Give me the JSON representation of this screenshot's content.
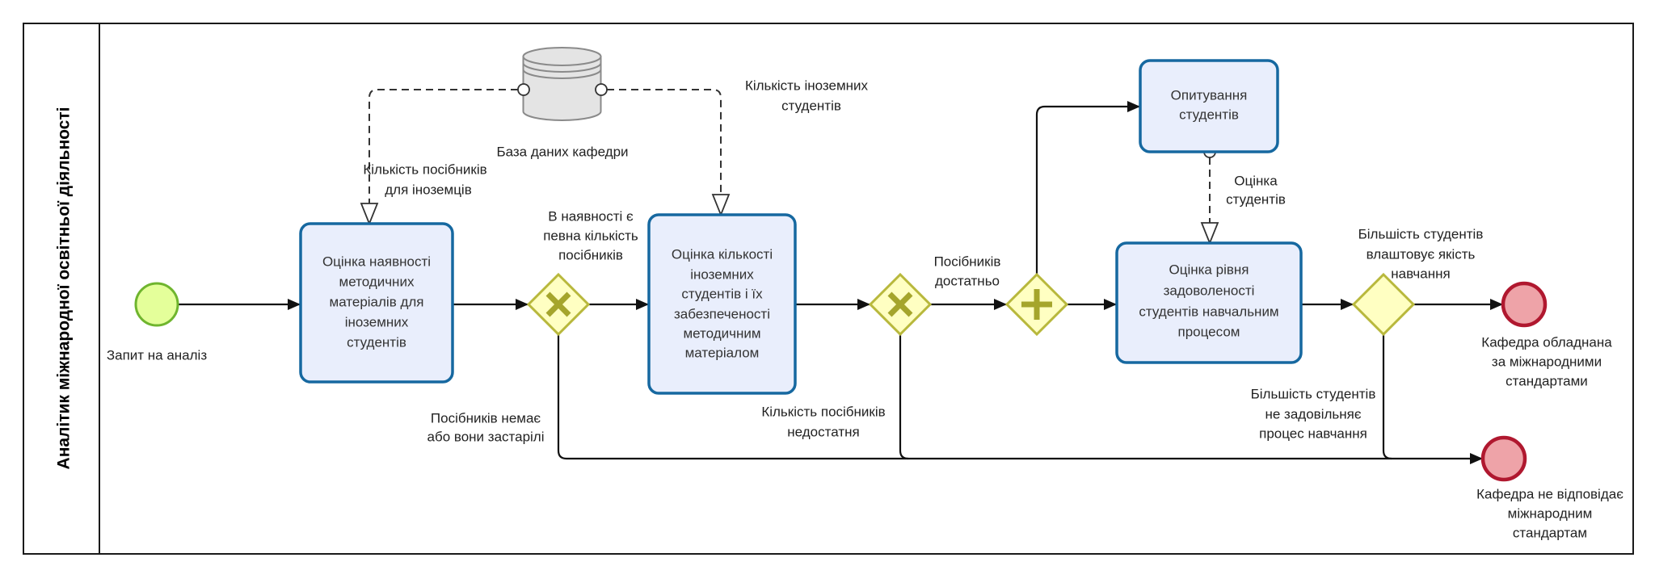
{
  "lane": {
    "title": "Аналітик міжнародної освітньої діяльності"
  },
  "events": {
    "start": {
      "label": [
        "Запит на аналіз"
      ]
    },
    "end_ok": {
      "label": [
        "Кафедра обладнана",
        "за міжнародними",
        "стандартами"
      ]
    },
    "end_fail": {
      "label": [
        "Кафедра не відповідає",
        "міжнародним",
        "стандартам"
      ]
    }
  },
  "tasks": [
    {
      "lines": [
        "Оцінка наявності",
        "методичних",
        "матеріалів для",
        "іноземних",
        "студентів"
      ]
    },
    {
      "lines": [
        "Оцінка кількості",
        "іноземних",
        "студентів і їх",
        "забезпеченості",
        "методичним",
        "матеріалом"
      ]
    },
    {
      "lines": [
        "Опитування",
        "студентів"
      ]
    },
    {
      "lines": [
        "Оцінка рівня",
        "задоволеності",
        "студентів навчальним",
        "процесом"
      ]
    }
  ],
  "data_store": {
    "label": "База даних кафедри"
  },
  "data_flows": {
    "manuals_for_foreigners": [
      "Кількість посібників",
      "для іноземців"
    ],
    "foreign_students_count": [
      "Кількість іноземних",
      "студентів"
    ],
    "student_assessment": [
      "Оцінка",
      "студентів"
    ]
  },
  "flow_labels": {
    "some_manuals_available": [
      "В наявності є",
      "певна кількість",
      "посібників"
    ],
    "no_manuals": [
      "Посібників немає",
      "або вони застарілі"
    ],
    "manuals_insufficient": [
      "Кількість посібників",
      "недостатня"
    ],
    "manuals_sufficient": [
      "Посібників",
      "достатньо"
    ],
    "students_satisfied": [
      "Більшість студентів",
      "влаштовує якість",
      "навчання"
    ],
    "students_not_satisfied": [
      "Більшість студентів",
      "не задовільняє",
      "процес навчання"
    ]
  },
  "icons": {
    "gateway_1": "exclusive-gateway-x-icon",
    "gateway_2": "exclusive-gateway-x-icon",
    "gateway_3": "parallel-gateway-plus-icon",
    "gateway_4": "exclusive-gateway-empty-icon",
    "data_store": "database-cylinder-icon"
  },
  "colors": {
    "pool_border": "#1a1a1a",
    "task_fill": "#e9eefc",
    "task_stroke": "#1668a0",
    "gateway_fill": "#ffffc2",
    "gateway_stroke": "#b8b83c",
    "gateway_marker": "#a5a52c",
    "start_fill": "#e4ff9a",
    "start_stroke": "#6fb52e",
    "end_fill": "#eea3a8",
    "end_stroke": "#b0182f",
    "datastore_fill": "#e4e4e4",
    "datastore_stroke": "#8a8a8a",
    "text": "#222222"
  }
}
